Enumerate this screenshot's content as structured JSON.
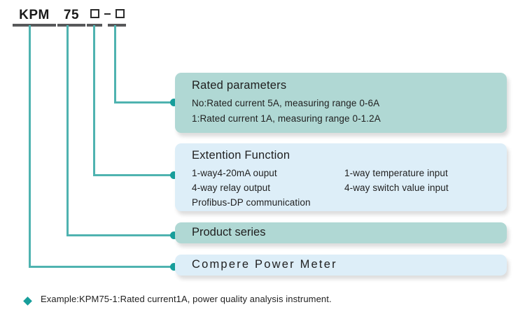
{
  "model_code": {
    "segments": [
      {
        "text": "KPM",
        "type": "text"
      },
      {
        "text": "75",
        "type": "text"
      },
      {
        "text": "",
        "type": "square"
      },
      {
        "text": "",
        "type": "square"
      }
    ],
    "full_code": "KPM 75 □-□"
  },
  "callouts": [
    {
      "id": "rated-parameters",
      "title": "Rated parameters",
      "lines": [
        "No:Rated current 5A, measuring range 0-6A",
        "1:Rated current 1A, measuring range 0-1.2A"
      ],
      "color": "#b0d8d4"
    },
    {
      "id": "extention-function",
      "title": "Extention Function",
      "column_left": [
        "1-way4-20mA ouput",
        "4-way relay output",
        "Profibus-DP communication"
      ],
      "column_right": [
        "1-way temperature input",
        "4-way switch value input"
      ],
      "color": "#ddeef8"
    },
    {
      "id": "product-series",
      "title": "Product series",
      "lines": [],
      "color": "#b0d8d4"
    },
    {
      "id": "compere-power-meter",
      "title": "Compere  Power  Meter",
      "lines": [],
      "color": "#ddeef8"
    }
  ],
  "footnote": {
    "bullet": "diamond-bullet-icon",
    "text": "Example:KPM75-1:Rated current1A, power quality analysis instrument."
  },
  "theme": {
    "line_color": "#4fb3b0",
    "dot_color": "#179e9b",
    "rule_color": "#58595b",
    "teal_fill": "#b0d8d4",
    "blue_fill": "#ddeef8"
  }
}
